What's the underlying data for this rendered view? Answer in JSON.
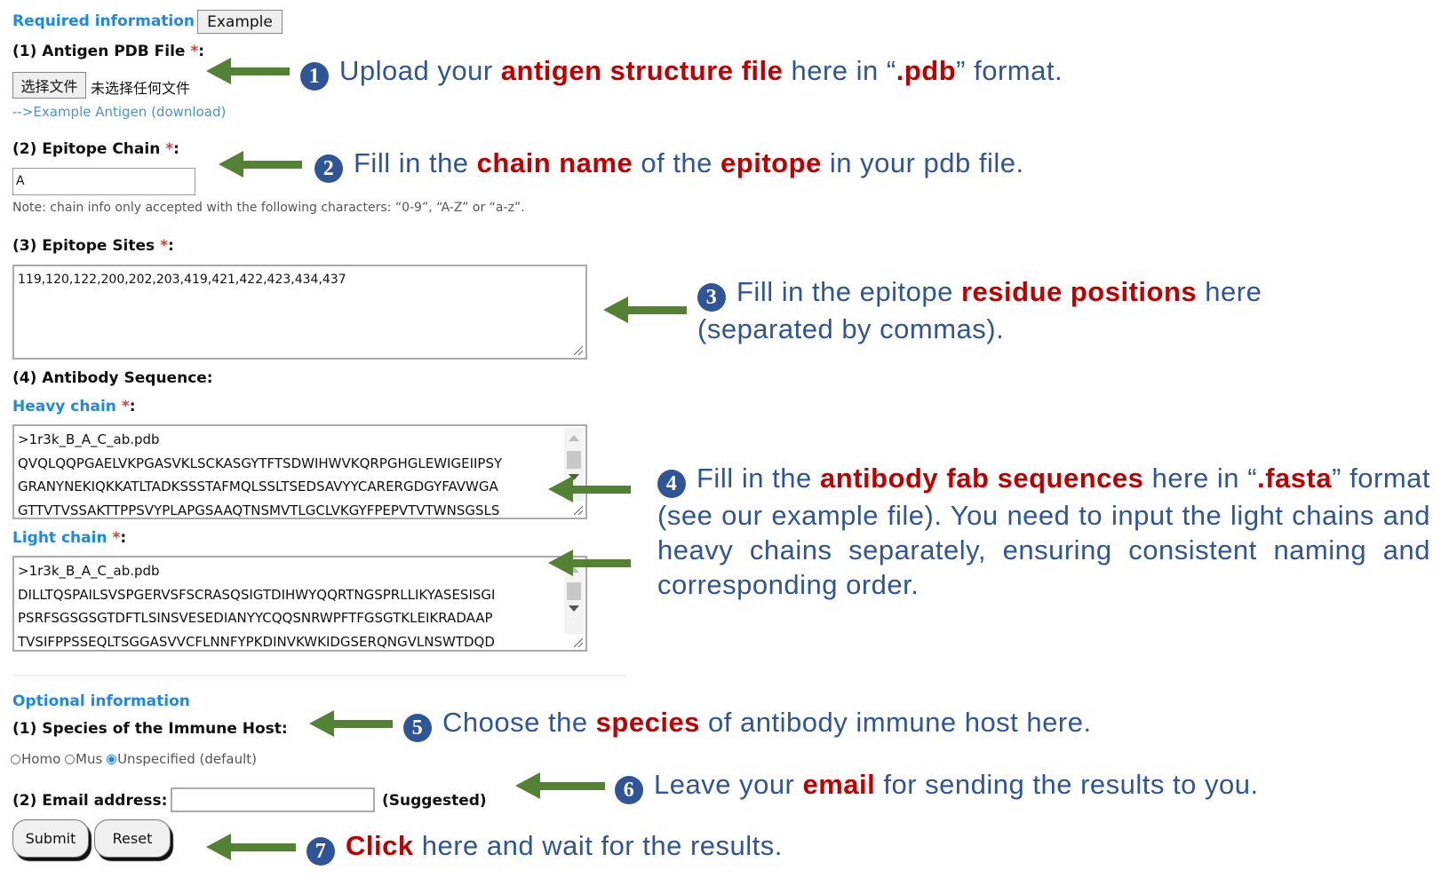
{
  "required": {
    "title": "Required information",
    "example_button": "Example",
    "antigen_label": "(1) Antigen PDB File ",
    "choose_file_button": "选择文件",
    "no_file_text": "未选择任何文件",
    "example_link": "-->Example Antigen (download)",
    "chain_label": "(2) Epitope Chain ",
    "chain_value": "A",
    "chain_note": "Note: chain info only accepted with the following characters: “0-9”, “A-Z” or “a-z”.",
    "sites_label": "(3) Epitope Sites ",
    "sites_value": "119,120,122,200,202,203,419,421,422,423,434,437",
    "antibody_label": "(4) Antibody Sequence:",
    "heavy_label": "Heavy chain ",
    "heavy_lines": [
      ">1r3k_B_A_C_ab.pdb",
      "QVQLQQPGAELVKPGASVKLSCKASGYTFTSDWIHWVKQRPGHGLEWIGEIIPSY",
      "GRANYNEKIQKKATLTADKSSSTAFMQLSSLTSEDSAVYYCARERGDGYFAVWGA",
      "GTTVTVSSAKTTPPSVYPLAPGSAAQTNSMVTLGCLVKGYFPEPVTVTWNSGSLS"
    ],
    "light_label": "Light chain ",
    "light_lines": [
      ">1r3k_B_A_C_ab.pdb",
      "DILLTQSPAILSVSPGERVSFSCRASQSIGTDIHWYQQRTNGSPRLLIKYASESISGI",
      "PSRFSGSGSGTDFTLSINSVESEDIANYYCQQSNRWPFTFGSGTKLEIKRADAAP",
      "TVSIFPPSSEQLTSGGASVVCFLNNFYPKDINVKWKIDGSERQNGVLNSWTDQD"
    ],
    "star": "*",
    "colon": ":"
  },
  "optional": {
    "title": "Optional information",
    "species_label": "(1) Species of the Immune Host:",
    "species_options": [
      "Homo",
      "Mus",
      "Unspecified (default)"
    ],
    "species_selected": "Unspecified (default)",
    "email_label": "(2) Email address:",
    "email_value": "",
    "email_hint": "(Suggested)",
    "submit_button": "Submit",
    "reset_button": "Reset"
  },
  "annotations": [
    {
      "num": "1",
      "parts": [
        [
          "Upload your ",
          0
        ],
        [
          "antigen structure file",
          1
        ],
        [
          " here in “",
          0
        ],
        [
          ".pdb",
          1
        ],
        [
          "” format.",
          0
        ]
      ]
    },
    {
      "num": "2",
      "parts": [
        [
          "Fill in the ",
          0
        ],
        [
          "chain name",
          1
        ],
        [
          " of the ",
          0
        ],
        [
          "epitope",
          1
        ],
        [
          " in your pdb file.",
          0
        ]
      ]
    },
    {
      "num": "3",
      "parts": [
        [
          "Fill in the epitope ",
          0
        ],
        [
          "residue positions",
          1
        ],
        [
          " here (separated by commas).",
          0
        ]
      ]
    },
    {
      "num": "4",
      "parts": [
        [
          "Fill in the ",
          0
        ],
        [
          "antibody fab sequences",
          1
        ],
        [
          " here in “",
          0
        ],
        [
          ".fasta",
          1
        ],
        [
          "” format (see our example file). You need to input the light chains and heavy chains separately, ensuring consistent naming and corresponding order.",
          0
        ]
      ]
    },
    {
      "num": "5",
      "parts": [
        [
          "Choose the ",
          0
        ],
        [
          "species",
          1
        ],
        [
          " of antibody immune host here.",
          0
        ]
      ]
    },
    {
      "num": "6",
      "parts": [
        [
          "Leave your ",
          0
        ],
        [
          "email",
          1
        ],
        [
          " for sending the results to you.",
          0
        ]
      ]
    },
    {
      "num": "7",
      "parts": [
        [
          "Click",
          1
        ],
        [
          " here and wait for the results.",
          0
        ]
      ]
    }
  ],
  "colors": {
    "accent": "#1e88e5",
    "annotation": "#2f5597",
    "highlight": "#c00000",
    "arrow": "#548235"
  }
}
